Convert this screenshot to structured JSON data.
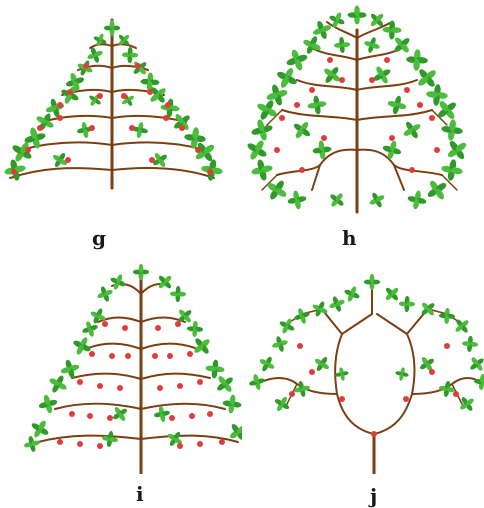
{
  "panels": [
    {
      "id": "g",
      "label": "g",
      "style": "conical-radial"
    },
    {
      "id": "h",
      "label": "h",
      "style": "open-center-spreading"
    },
    {
      "id": "i",
      "label": "i",
      "style": "tiered-drooping"
    },
    {
      "id": "j",
      "label": "j",
      "style": "forked-candelabra"
    }
  ],
  "colors": {
    "branch": "#7b3f12",
    "leaf": "#4cbc3c",
    "leaf_dark": "#2f9a2a",
    "fruit": "#e23b3b",
    "label": "#1a1a1a"
  }
}
